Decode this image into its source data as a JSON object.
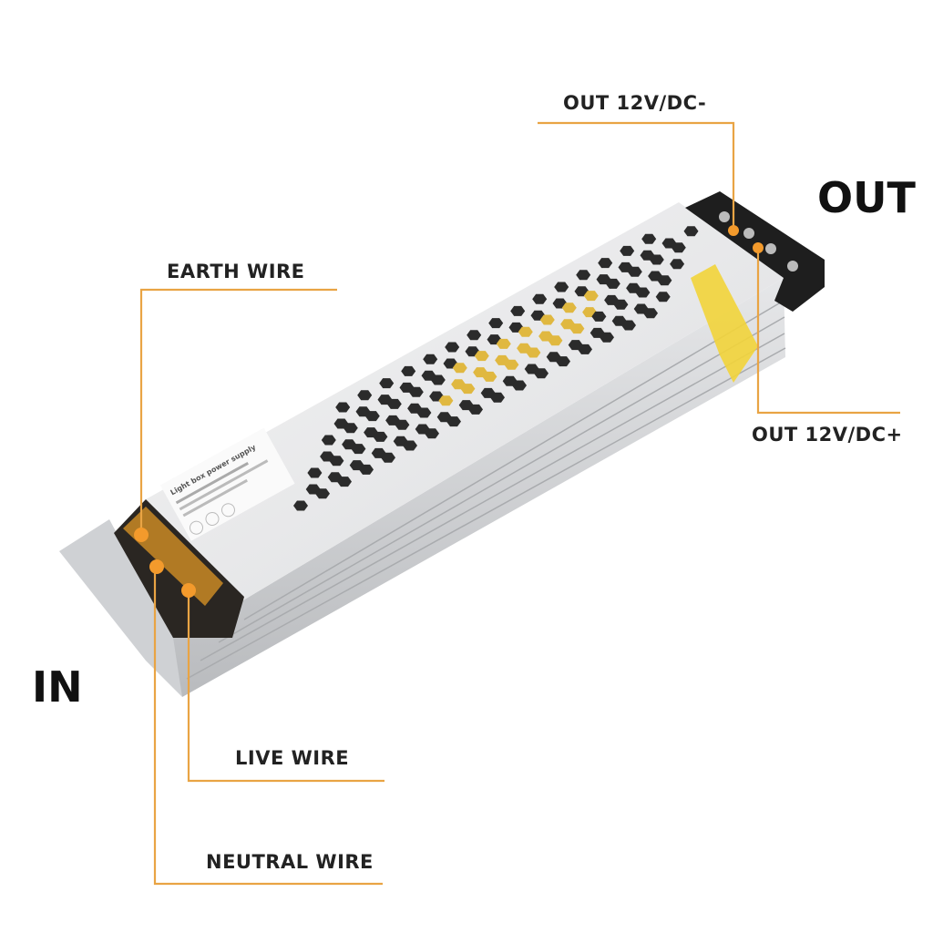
{
  "labels": {
    "earth": "EARTH WIRE",
    "live": "LIVE WIRE",
    "neutral": "NEUTRAL WIRE",
    "out_neg": "OUT 12V/DC-",
    "out_pos": "OUT 12V/DC+",
    "in": "IN",
    "out": "OUT"
  },
  "device": {
    "label_title": "Light box power supply"
  },
  "colors": {
    "callout": "#E9A444",
    "dot": "#F39A2C",
    "body": "#D8DADC",
    "terminal": "#1E1E1E",
    "tape": "#F2D43A"
  }
}
